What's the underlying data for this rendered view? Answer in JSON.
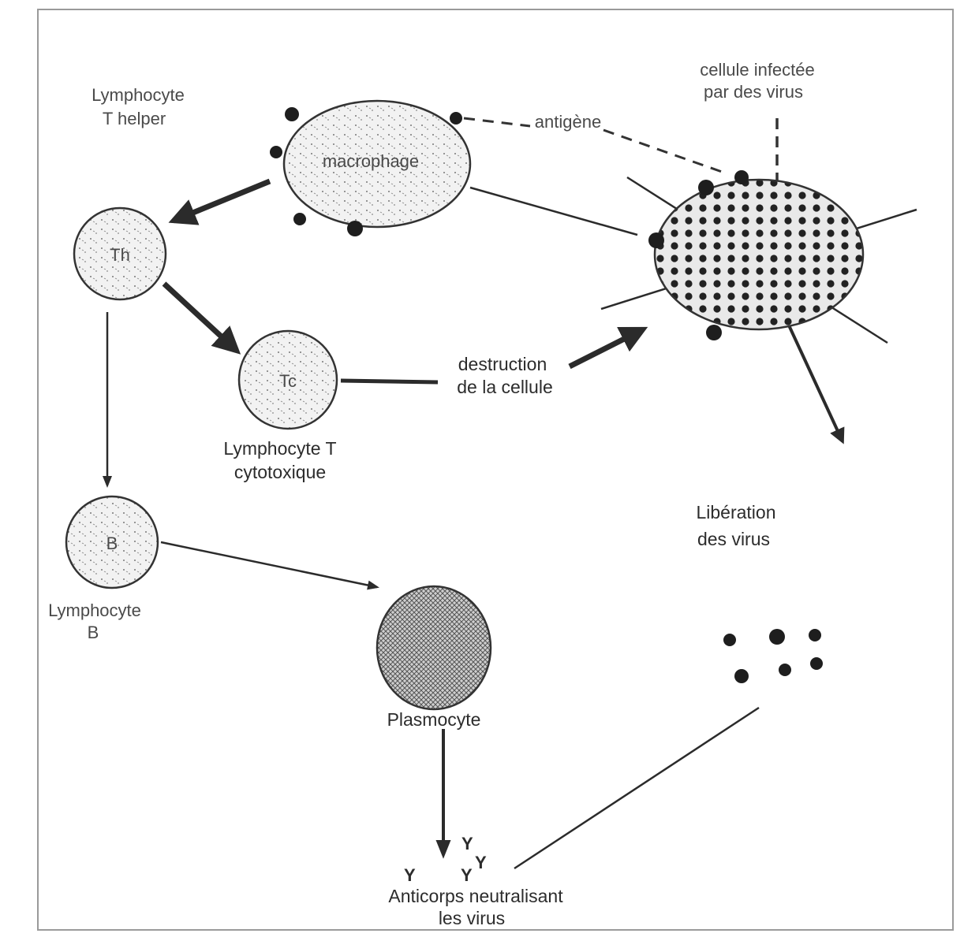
{
  "labels": {
    "th_name_line1": "Lymphocyte",
    "th_name_line2": "T helper",
    "infected_line1": "cellule infectée",
    "infected_line2": "par des virus",
    "antigen": "antigène",
    "macrophage": "macrophage",
    "th_cell": "Th",
    "tc_cell": "Tc",
    "b_cell": "B",
    "destruction_line1": "destruction",
    "destruction_line2": "de la cellule",
    "tc_name_line1": "Lymphocyte T",
    "tc_name_line2": "cytotoxique",
    "liberation_line1": "Libération",
    "liberation_line2": "des virus",
    "b_name_line1": "Lymphocyte",
    "b_name_line2": "B",
    "plasmocyte": "Plasmocyte",
    "antibody_line1": "Anticorps neutralisant",
    "antibody_line2": "les virus",
    "antibody_glyph": "Y"
  },
  "colors": {
    "ink": "#2b2b2b",
    "virus": "#1e1e1e",
    "frame": "#8a8a8a"
  }
}
